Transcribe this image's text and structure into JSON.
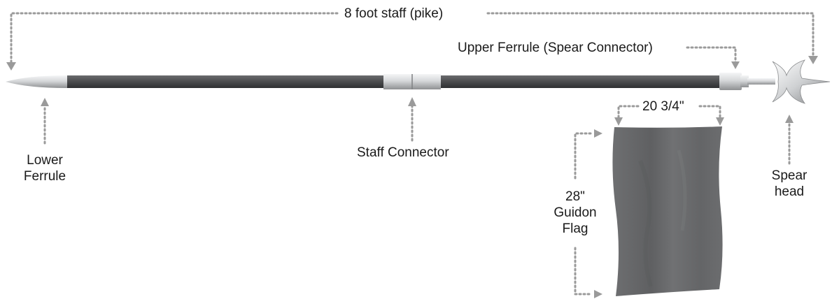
{
  "colors": {
    "staff": "#4f5052",
    "metal_light": "#e8e9ea",
    "metal_dark": "#9a9c9e",
    "flag": "#6b6c6e",
    "dotted_line": "#9a9a9a",
    "text": "#1a1a1a",
    "background": "#ffffff"
  },
  "labels": {
    "staff_length": "8 foot staff (pike)",
    "upper_ferrule": "Upper Ferrule (Spear Connector)",
    "flag_width": "20 3/4\"",
    "lower_ferrule_line1": "Lower",
    "lower_ferrule_line2": "Ferrule",
    "staff_connector": "Staff Connector",
    "spear_head_line1": "Spear",
    "spear_head_line2": "head",
    "flag_height": "28\"",
    "flag_name_line1": "Guidon",
    "flag_name_line2": "Flag"
  },
  "icons": {
    "arrow": "triangle-arrow-icon"
  }
}
